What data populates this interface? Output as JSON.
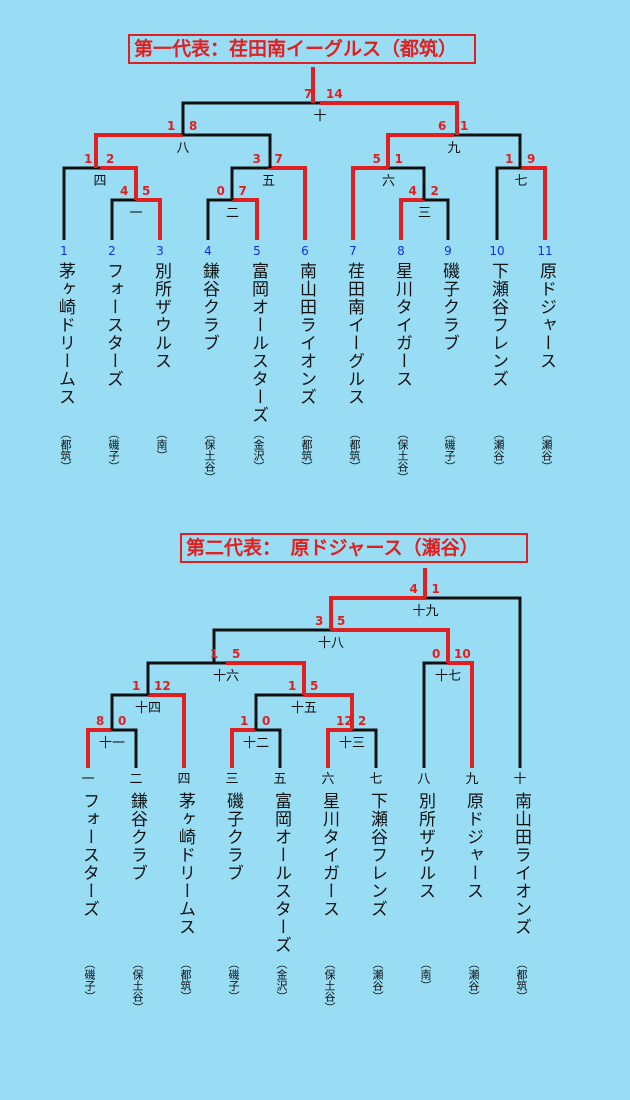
{
  "bracket1": {
    "title": "第一代表：荏田南イーグルス（都筑）",
    "teams": [
      {
        "seed": "1",
        "name": "茅ヶ崎ドリームス",
        "area": "（都筑）"
      },
      {
        "seed": "2",
        "name": "フォースターズ",
        "area": "（磯子）"
      },
      {
        "seed": "3",
        "name": "別所ザウルス",
        "area": "（南）"
      },
      {
        "seed": "4",
        "name": "鎌谷クラブ",
        "area": "（保土谷）"
      },
      {
        "seed": "5",
        "name": "富岡オールスターズ",
        "area": "（金沢）"
      },
      {
        "seed": "6",
        "name": "南山田ライオンズ",
        "area": "（都筑）"
      },
      {
        "seed": "7",
        "name": "荏田南イーグルス",
        "area": "（都筑）"
      },
      {
        "seed": "8",
        "name": "星川タイガース",
        "area": "（保土谷）"
      },
      {
        "seed": "9",
        "name": "磯子クラブ",
        "area": "（磯子）"
      },
      {
        "seed": "10",
        "name": "下瀬谷フレンズ",
        "area": "（瀬谷）"
      },
      {
        "seed": "11",
        "name": "原ドジャース",
        "area": "（瀬谷）"
      }
    ],
    "matches": [
      {
        "label": "一",
        "left": "4",
        "right": "5"
      },
      {
        "label": "二",
        "left": "0",
        "right": "7"
      },
      {
        "label": "三",
        "left": "4",
        "right": "2"
      },
      {
        "label": "四",
        "left": "1",
        "right": "2"
      },
      {
        "label": "五",
        "left": "3",
        "right": "7"
      },
      {
        "label": "六",
        "left": "5",
        "right": "1"
      },
      {
        "label": "七",
        "left": "1",
        "right": "9"
      },
      {
        "label": "八",
        "left": "1",
        "right": "8"
      },
      {
        "label": "九",
        "left": "6",
        "right": "1"
      },
      {
        "label": "十",
        "left": "7",
        "right": "14"
      }
    ]
  },
  "bracket2": {
    "title": "第二代表：　原ドジャース（瀬谷）",
    "teams": [
      {
        "slot": "一",
        "name": "フォースターズ",
        "area": "（磯子）"
      },
      {
        "slot": "二",
        "name": "鎌谷クラブ",
        "area": "（保土谷）"
      },
      {
        "slot": "四",
        "name": "茅ヶ崎ドリームス",
        "area": "（都筑）"
      },
      {
        "slot": "三",
        "name": "磯子クラブ",
        "area": "（磯子）"
      },
      {
        "slot": "五",
        "name": "富岡オールスターズ",
        "area": "（金沢）"
      },
      {
        "slot": "六",
        "name": "星川タイガース",
        "area": "（保土谷）"
      },
      {
        "slot": "七",
        "name": "下瀬谷フレンズ",
        "area": "（瀬谷）"
      },
      {
        "slot": "八",
        "name": "別所ザウルス",
        "area": "（南）"
      },
      {
        "slot": "九",
        "name": "原ドジャース",
        "area": "（瀬谷）"
      },
      {
        "slot": "十",
        "name": "南山田ライオンズ",
        "area": "（都筑）"
      }
    ],
    "matches": [
      {
        "label": "十一",
        "left": "8",
        "right": "0"
      },
      {
        "label": "十二",
        "left": "1",
        "right": "0"
      },
      {
        "label": "十三",
        "left": "12",
        "right": "2"
      },
      {
        "label": "十四",
        "left": "1",
        "right": "12"
      },
      {
        "label": "十五",
        "left": "1",
        "right": "5"
      },
      {
        "label": "十六",
        "left": "1",
        "right": "5"
      },
      {
        "label": "十七",
        "left": "0",
        "right": "10"
      },
      {
        "label": "十八",
        "left": "3",
        "right": "5"
      },
      {
        "label": "十九",
        "left": "4",
        "right": "1"
      }
    ]
  },
  "colors": {
    "background": "#99ddf5",
    "winner_line": "#e02020",
    "loser_line": "#111111",
    "seed": "#1030e0"
  }
}
